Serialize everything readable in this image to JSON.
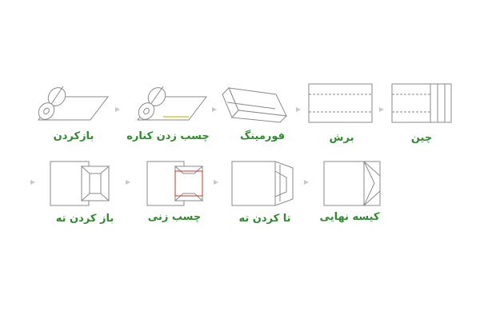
{
  "diagram": {
    "colors": {
      "label": "#2e8b2e",
      "stroke": "#8a8a8a",
      "arrow": "#c8c8c8",
      "glue_seam": "#d6c93a",
      "glue_edge": "#c0392b"
    },
    "row1": [
      {
        "label": "بازکردن"
      },
      {
        "label": "چسب زدن کناره"
      },
      {
        "label": "فورمینگ"
      },
      {
        "label": "برش"
      },
      {
        "label": "چین"
      }
    ],
    "row2": [
      {
        "label": "باز کردن ته"
      },
      {
        "label": "چسب زنی"
      },
      {
        "label": "تا کردن ته"
      },
      {
        "label": "کیسه نهایی"
      }
    ]
  }
}
